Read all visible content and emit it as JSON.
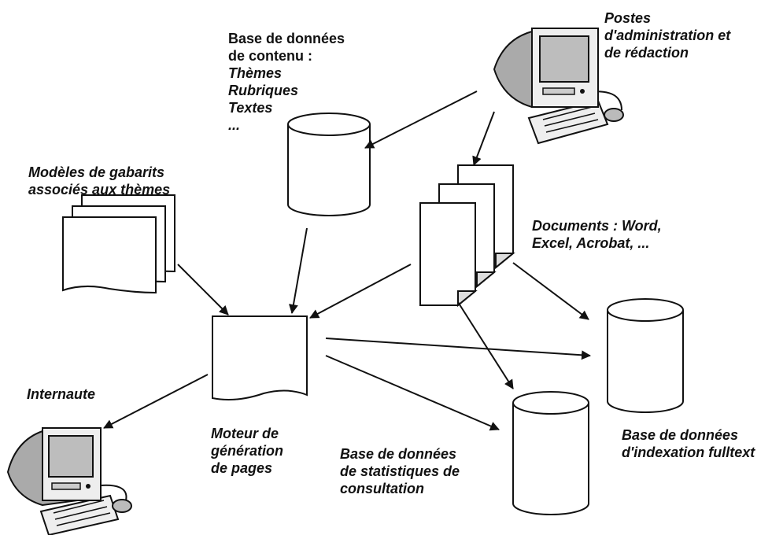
{
  "nodes": {
    "content_db": {
      "label_line1": "Base de données",
      "label_line2": "de contenu :",
      "items": [
        "Thèmes",
        "Rubriques",
        "Textes",
        "..."
      ]
    },
    "admin_stations": {
      "label_lines": [
        "Postes",
        "d'administration et",
        "de rédaction"
      ]
    },
    "templates": {
      "label_lines": [
        "Modèles de gabarits",
        "associés aux thèmes"
      ]
    },
    "documents": {
      "label_lines": [
        "Documents : Word,",
        "Excel, Acrobat, ..."
      ]
    },
    "engine": {
      "label_lines": [
        "Moteur de",
        "génération",
        "de pages"
      ]
    },
    "user": {
      "label": "Internaute"
    },
    "stats_db": {
      "label_lines": [
        "Base de données",
        "de statistiques de",
        "consultation"
      ]
    },
    "index_db": {
      "label_lines": [
        "Base de données",
        "d'indexation fulltext"
      ]
    }
  },
  "edges": [
    {
      "from": "admin_stations",
      "to": "content_db"
    },
    {
      "from": "admin_stations",
      "to": "documents"
    },
    {
      "from": "content_db",
      "to": "engine"
    },
    {
      "from": "templates",
      "to": "engine"
    },
    {
      "from": "documents",
      "to": "engine"
    },
    {
      "from": "documents",
      "to": "index_db"
    },
    {
      "from": "documents",
      "to": "stats_db"
    },
    {
      "from": "engine",
      "to": "index_db"
    },
    {
      "from": "engine",
      "to": "stats_db"
    },
    {
      "from": "engine",
      "to": "user"
    }
  ]
}
